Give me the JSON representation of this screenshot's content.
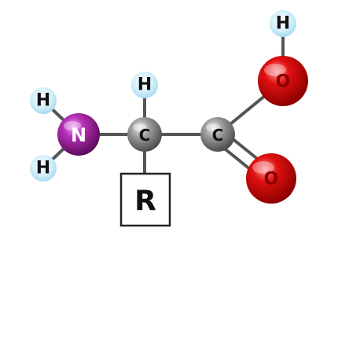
{
  "molecule": {
    "atoms": {
      "nitrogen": {
        "label": "N"
      },
      "hydrogen_n_top": {
        "label": "H"
      },
      "hydrogen_n_bottom": {
        "label": "H"
      },
      "hydrogen_alpha": {
        "label": "H"
      },
      "carbon_alpha": {
        "label": "C"
      },
      "carbon_carboxyl": {
        "label": "C"
      },
      "oxygen_hydroxyl": {
        "label": "O"
      },
      "hydrogen_hydroxyl": {
        "label": "H"
      },
      "oxygen_carbonyl": {
        "label": "O"
      }
    },
    "side_chain": {
      "label": "R"
    }
  },
  "colors": {
    "nitrogen": "#8e1a8e",
    "carbon": "#8a8a8a",
    "oxygen": "#d40000",
    "hydrogen": "#bfe6f7",
    "bond": "#555555",
    "side_chain_border": "#222222"
  }
}
